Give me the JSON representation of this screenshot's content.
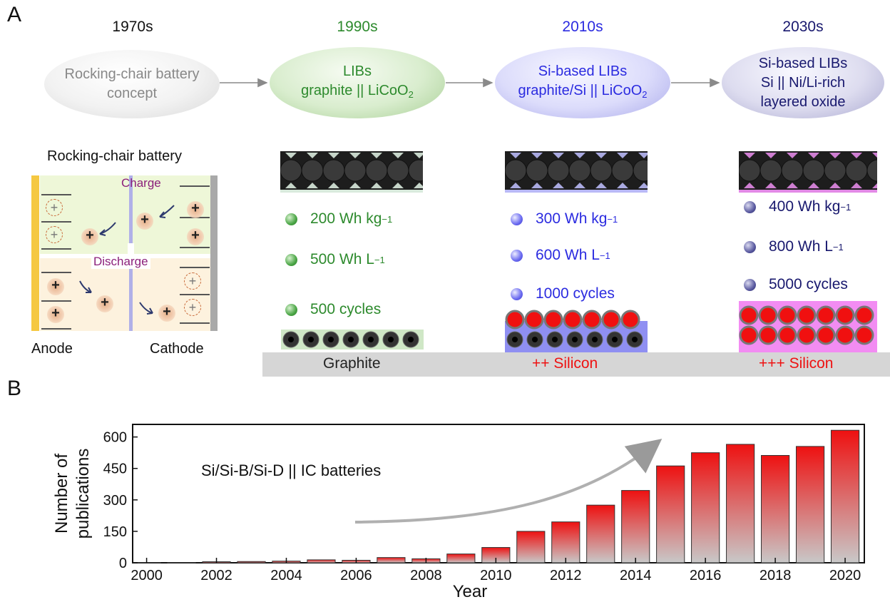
{
  "panel_a": {
    "letter": "A",
    "eras": [
      {
        "year": "1970s",
        "lines": [
          "Rocking-chair battery",
          "concept"
        ],
        "year_color": "#111111"
      },
      {
        "year": "1990s",
        "line1": "LIBs",
        "line2_main": "graphite || LiCoO",
        "line2_sub": "2",
        "year_color": "#2d8a2d"
      },
      {
        "year": "2010s",
        "line1": "Si-based LIBs",
        "line2_main": "graphite/Si || LiCoO",
        "line2_sub": "2",
        "year_color": "#2b2be0"
      },
      {
        "year": "2030s",
        "lines": [
          "Si-based LIBs",
          "Si || Ni/Li-rich",
          "layered oxide"
        ],
        "year_color": "#18186e"
      }
    ],
    "rocking_chair": {
      "title": "Rocking-chair battery",
      "charge": "Charge",
      "discharge": "Discharge",
      "anode": "Anode",
      "cathode": "Cathode",
      "ion_symbol": "+",
      "vacancy_symbol": "+"
    },
    "metrics": {
      "gen_1990s": [
        {
          "main": "200 Wh kg",
          "sup": "−1"
        },
        {
          "main": "500 Wh L",
          "sup": "−1"
        },
        {
          "main": "500 cycles",
          "sup": ""
        }
      ],
      "gen_2010s": [
        {
          "main": "300 Wh kg",
          "sup": "−1"
        },
        {
          "main": "600 Wh L",
          "sup": "−1"
        },
        {
          "main": "1000 cycles",
          "sup": ""
        }
      ],
      "gen_2030s": [
        {
          "main": "400 Wh kg",
          "sup": "−1"
        },
        {
          "main": "800 Wh L",
          "sup": "−1"
        },
        {
          "main": "5000 cycles",
          "sup": ""
        }
      ]
    },
    "anode_labels": [
      "Graphite",
      "++ Silicon",
      "+++ Silicon"
    ],
    "colors": {
      "green": "#2d8a2d",
      "blue": "#2b2be0",
      "navy": "#18186e",
      "silicon_red": "#ee1111"
    }
  },
  "panel_b": {
    "letter": "B",
    "annotation": "Si/Si-B/Si-D || IC batteries"
  },
  "chart_data": {
    "type": "bar",
    "x": [
      2000,
      2001,
      2002,
      2003,
      2004,
      2005,
      2006,
      2007,
      2008,
      2009,
      2010,
      2011,
      2012,
      2013,
      2014,
      2015,
      2016,
      2017,
      2018,
      2019,
      2020
    ],
    "values": [
      1,
      1,
      5,
      6,
      8,
      14,
      12,
      25,
      19,
      42,
      73,
      150,
      195,
      275,
      345,
      462,
      525,
      565,
      512,
      555,
      632
    ],
    "xlabel": "Year",
    "ylabel": "Number of publications",
    "xticks": [
      "2000",
      "2002",
      "2004",
      "2006",
      "2008",
      "2010",
      "2012",
      "2014",
      "2016",
      "2018",
      "2020"
    ],
    "yticks": [
      "0",
      "150",
      "300",
      "450",
      "600"
    ],
    "ylim": [
      0,
      660
    ],
    "bar_gradient": [
      "#ee1111",
      "#c8c8c8"
    ],
    "grid": false
  }
}
